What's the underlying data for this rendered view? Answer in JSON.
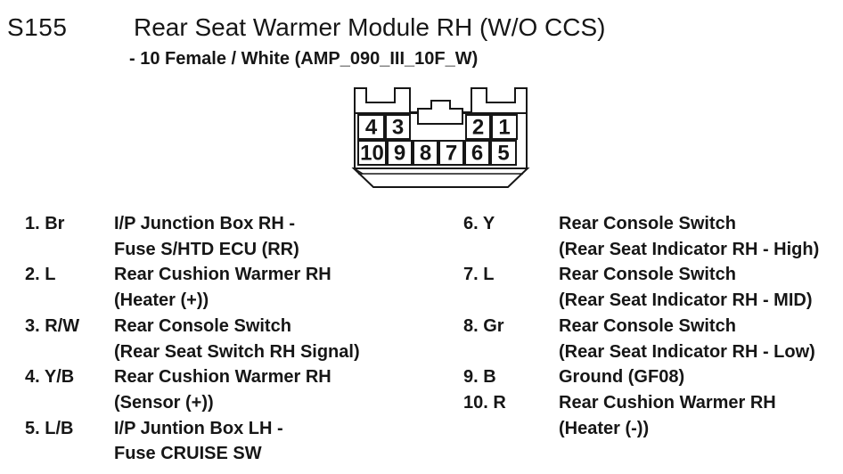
{
  "header": {
    "connector_id": "S155",
    "title": "Rear Seat Warmer Module RH (W/O CCS)",
    "subtitle": "- 10 Female / White (AMP_090_III_10F_W)"
  },
  "connector": {
    "description": "10-pin female connector front view",
    "top_row_pins": [
      "4",
      "3",
      "2",
      "1"
    ],
    "bottom_row_pins": [
      "10",
      "9",
      "8",
      "7",
      "6",
      "5"
    ]
  },
  "pinout": {
    "left": [
      {
        "pin": "1. Br",
        "lines": [
          "I/P Junction Box RH -",
          "Fuse S/HTD ECU (RR)"
        ]
      },
      {
        "pin": "2. L",
        "lines": [
          "Rear Cushion Warmer RH",
          "(Heater (+))"
        ]
      },
      {
        "pin": "3. R/W",
        "lines": [
          "Rear Console Switch",
          "(Rear Seat Switch RH Signal)"
        ]
      },
      {
        "pin": "4. Y/B",
        "lines": [
          "Rear Cushion Warmer RH",
          "(Sensor (+))"
        ]
      },
      {
        "pin": "5. L/B",
        "lines": [
          "I/P Juntion Box LH -",
          "Fuse CRUISE SW"
        ]
      }
    ],
    "right": [
      {
        "pin": "6. Y",
        "lines": [
          "Rear Console Switch",
          "(Rear Seat Indicator RH - High)"
        ]
      },
      {
        "pin": "7. L",
        "lines": [
          "Rear Console Switch",
          "(Rear Seat Indicator RH - MID)"
        ]
      },
      {
        "pin": "8. Gr",
        "lines": [
          "Rear Console Switch",
          "(Rear Seat Indicator RH - Low)"
        ]
      },
      {
        "pin": "9. B",
        "lines": [
          "Ground (GF08)"
        ]
      },
      {
        "pin": "10. R",
        "lines": [
          "Rear Cushion Warmer RH",
          "(Heater (-))"
        ]
      }
    ]
  },
  "colors": {
    "ink": "#161616",
    "background": "#ffffff"
  }
}
